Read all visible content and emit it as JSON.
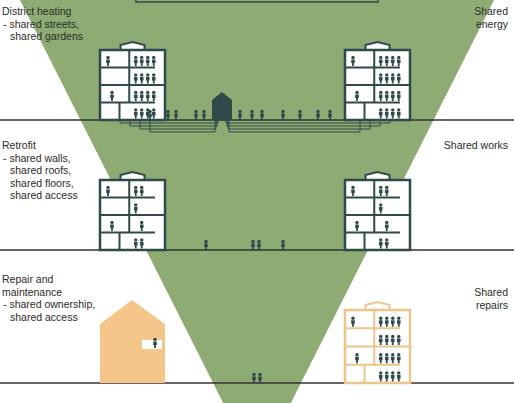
{
  "diagram": {
    "labels": [
      "District heating",
      "- shared streets, shared gardens",
      "Shared energy",
      "Retrofit",
      "- shared walls, shared roofs, shared floors, shared access",
      "Shared works",
      "Repair and maintenance",
      "- shared ownership, shared access",
      "Shared repairs"
    ]
  }
}
